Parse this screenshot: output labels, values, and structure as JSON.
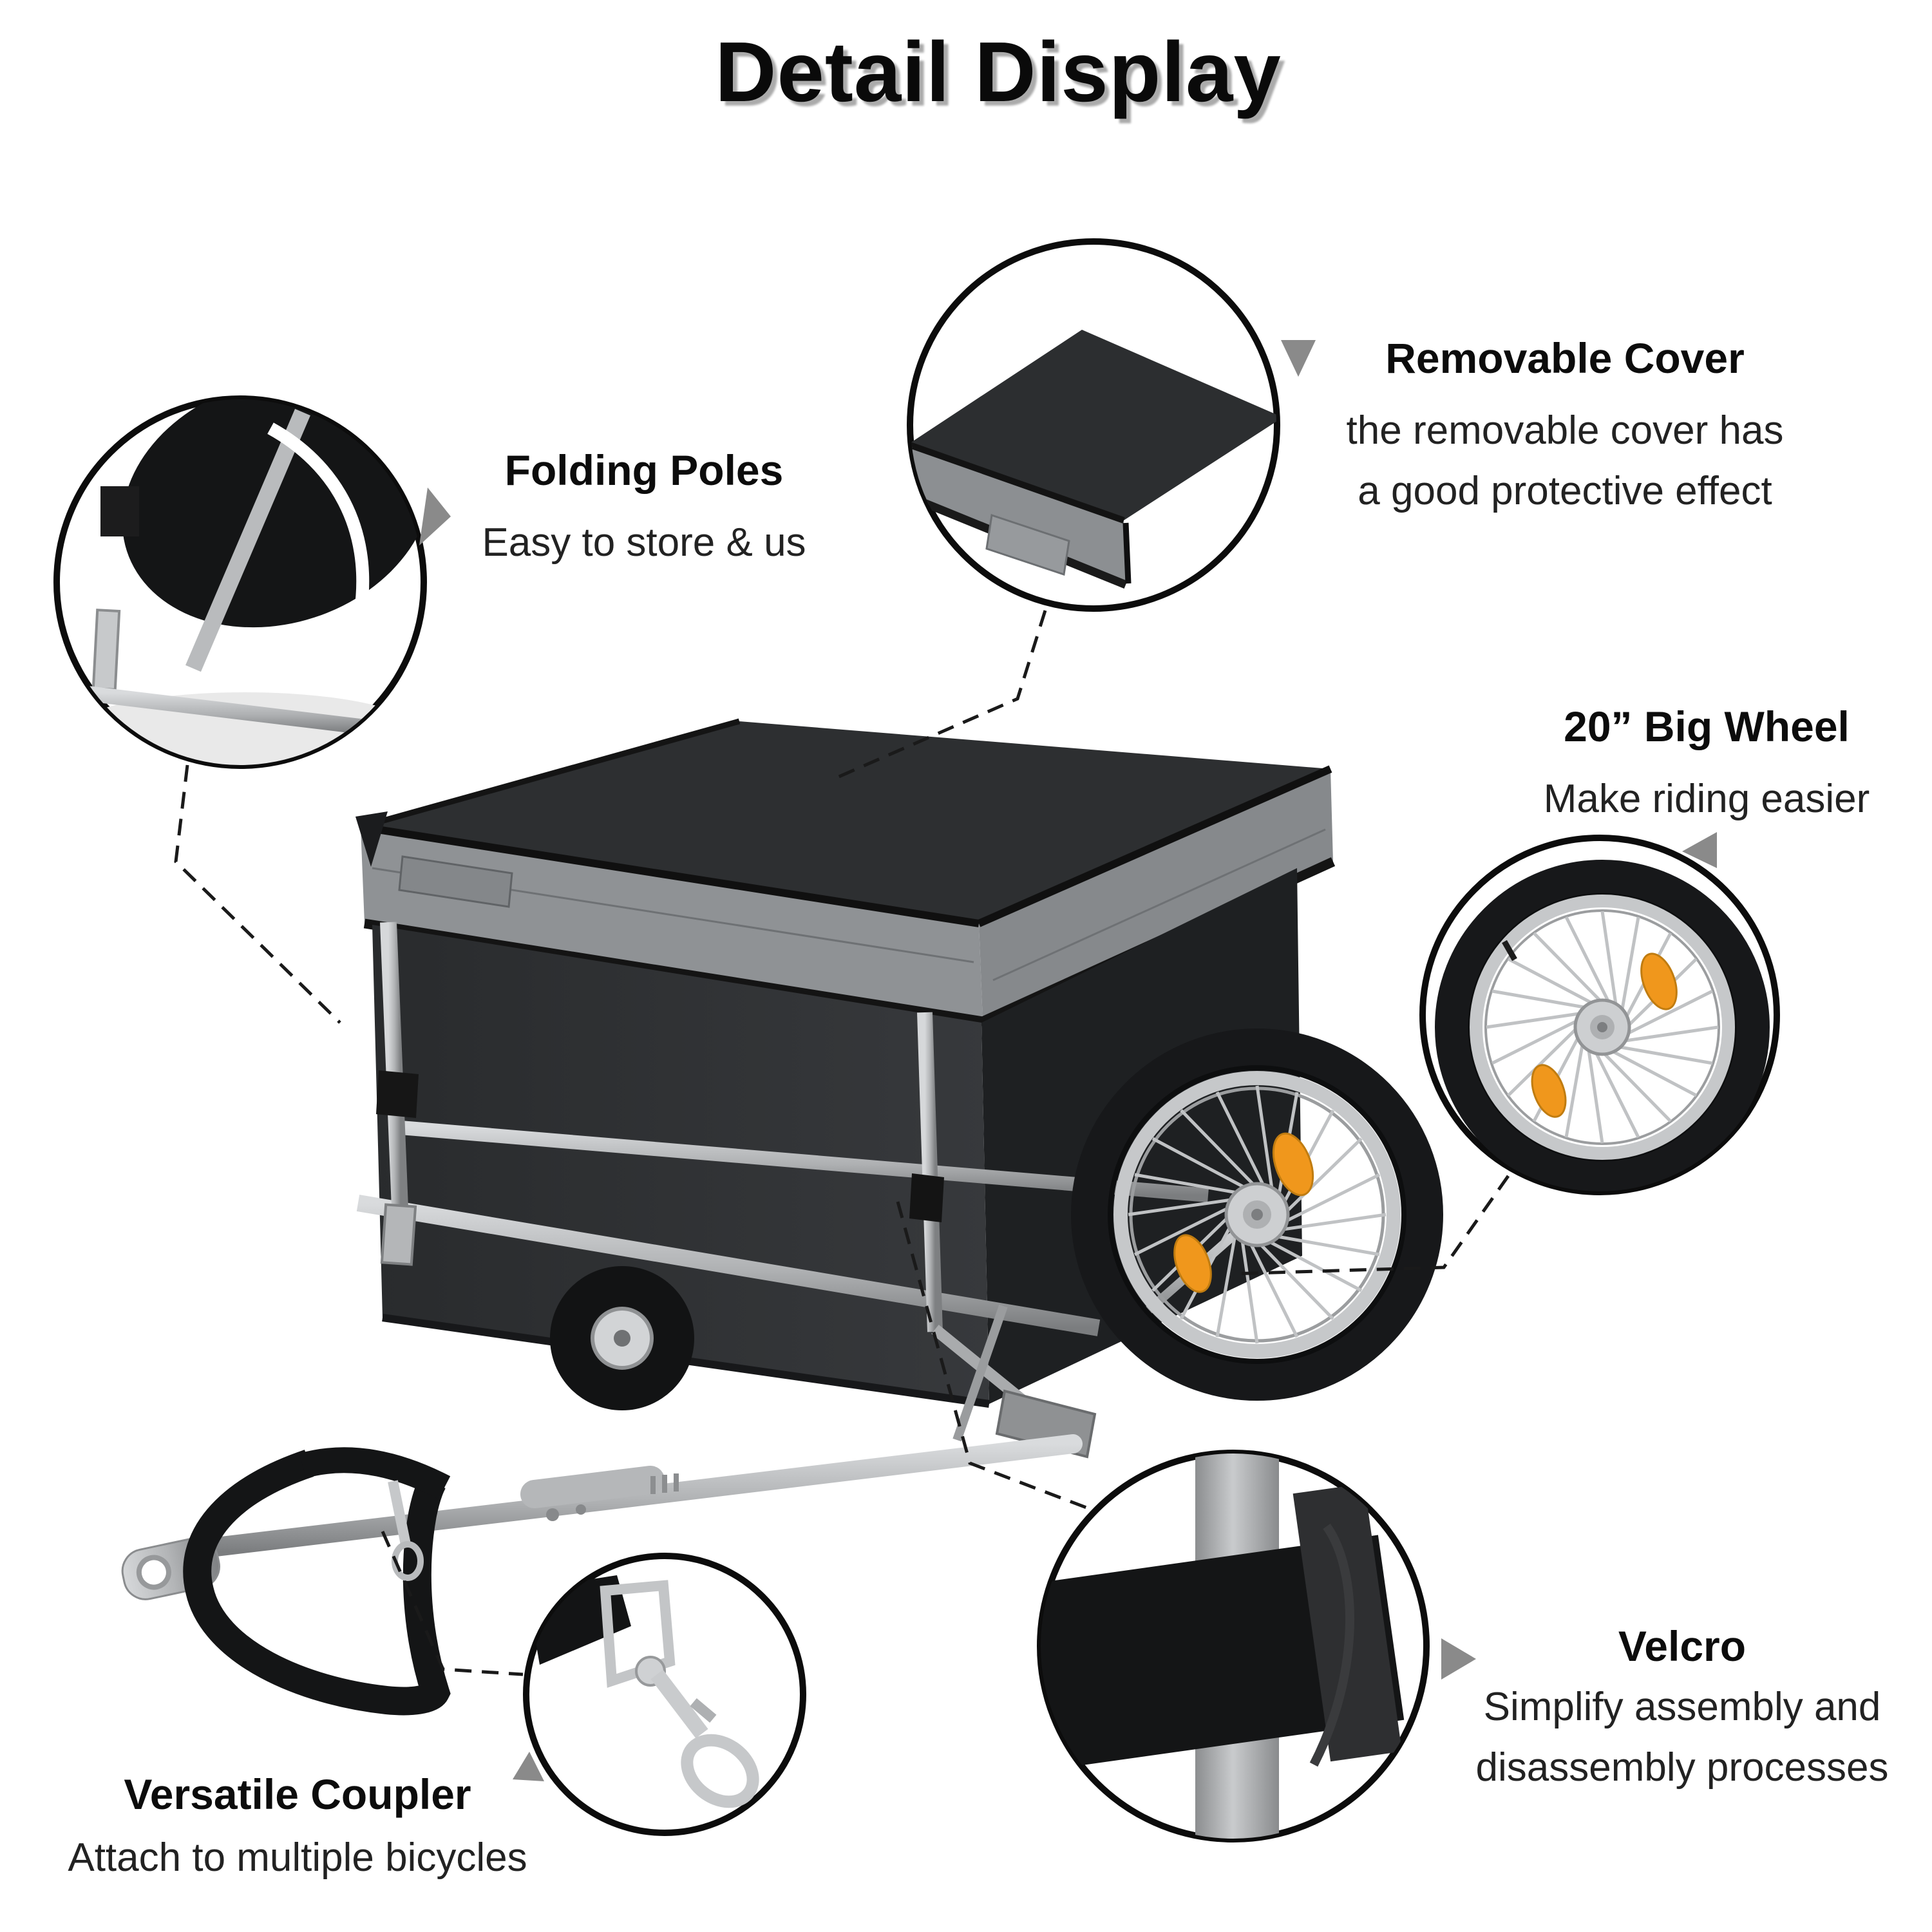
{
  "title": "Detail Display",
  "callouts": {
    "folding_poles": {
      "heading": "Folding Poles",
      "body": "Easy to store & us"
    },
    "removable_cover": {
      "heading": "Removable Cover",
      "body_line1": "the removable cover has",
      "body_line2": "a good protective effect"
    },
    "big_wheel": {
      "heading": "20” Big Wheel",
      "body": "Make riding easier"
    },
    "velcro": {
      "heading": "Velcro",
      "body_line1": "Simplify assembly and",
      "body_line2": "disassembly processes"
    },
    "versatile_coupler": {
      "heading": "Versatile Coupler",
      "body": "Attach to multiple bicycles"
    }
  },
  "colors": {
    "reflector_orange": "#f0971c",
    "pointer_gray": "#8a8a8a",
    "cover_band_gray": "#8e9194",
    "fabric_dark": "#26282a",
    "frame_silver": "#b7b9bb"
  }
}
